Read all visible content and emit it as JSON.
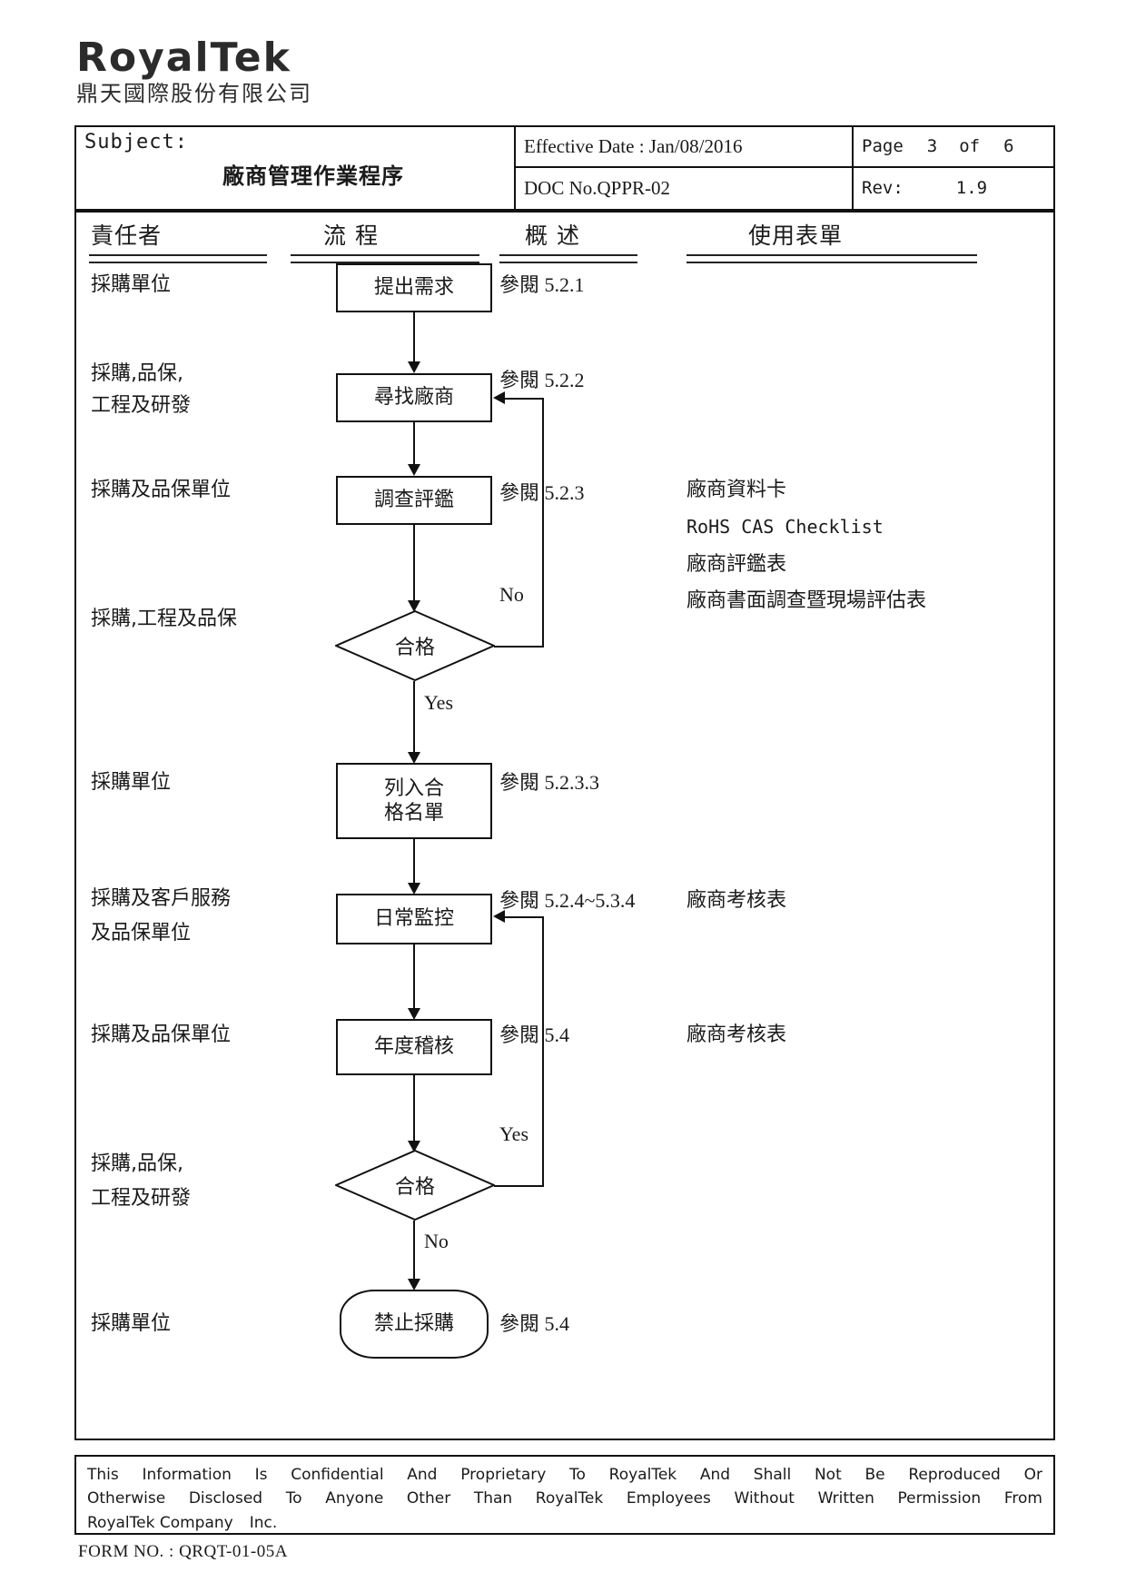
{
  "brand": {
    "logo": "RoyalTek",
    "subtitle": "鼎天國際股份有限公司"
  },
  "header": {
    "subject_label": "Subject:",
    "subject_value": "廠商管理作業程序",
    "effective_date": "Effective Date : Jan/08/2016",
    "doc_no": "DOC No.QPPR-02",
    "page_label": "Page",
    "page_number": "3",
    "page_of": "of",
    "page_total": "6",
    "rev_label": "Rev:",
    "rev_value": "1.9"
  },
  "columns": {
    "responsible": "責任者",
    "process": "流  程",
    "summary": "概  述",
    "forms": "使用表單"
  },
  "rows": [
    {
      "responsible": [
        "採購單位"
      ],
      "node": "提出需求",
      "summary": "參閱 5.2.1",
      "forms": []
    },
    {
      "responsible": [
        "採購,品保,",
        "工程及研發"
      ],
      "node": "尋找廠商",
      "summary": "參閱 5.2.2",
      "forms": []
    },
    {
      "responsible": [
        "採購及品保單位"
      ],
      "node": "調查評鑑",
      "summary": "參閱 5.2.3",
      "forms": [
        "廠商資料卡",
        "RoHS CAS Checklist",
        "廠商評鑑表",
        "廠商書面調查暨現場評估表"
      ]
    },
    {
      "responsible": [
        "採購,工程及品保"
      ],
      "node": "合格",
      "summary": "",
      "forms": []
    },
    {
      "responsible": [
        "採購單位"
      ],
      "node": "列入合\n格名單",
      "node_line1": "列入合",
      "node_line2": "格名單",
      "summary": "參閱 5.2.3.3",
      "forms": []
    },
    {
      "responsible": [
        "採購及客戶服務",
        "及品保單位"
      ],
      "node": "日常監控",
      "summary": "參閱 5.2.4~5.3.4",
      "forms": [
        "廠商考核表"
      ]
    },
    {
      "responsible": [
        "採購及品保單位"
      ],
      "node": "年度稽核",
      "summary": "參閱 5.4",
      "forms": [
        "廠商考核表"
      ]
    },
    {
      "responsible": [
        "採購,品保,",
        "工程及研發"
      ],
      "node": "合格",
      "summary": "",
      "forms": []
    },
    {
      "responsible": [
        "採購單位"
      ],
      "node": "禁止採購",
      "summary": "參閱 5.4",
      "forms": []
    }
  ],
  "branches": {
    "no_1": "No",
    "yes_1": "Yes",
    "yes_2": "Yes",
    "no_2": "No"
  },
  "footer": {
    "line1": [
      "This",
      "Information",
      "Is",
      "Confidential",
      "And",
      "Proprietary",
      "To",
      "RoyalTek",
      "And",
      "Shall",
      "Not",
      "Be",
      "Reproduced",
      "Or"
    ],
    "line2": [
      "Otherwise",
      "Disclosed",
      "To",
      "Anyone",
      "Other",
      "Than",
      "RoyalTek",
      "Employees",
      "Without",
      "Written",
      "Permission",
      "From"
    ],
    "line3": [
      "RoyalTek Company",
      "Inc."
    ],
    "line1_text": "This Information Is Confidential And Proprietary To RoyalTek And Shall Not Be Reproduced Or",
    "line2_text": "Otherwise Disclosed To Anyone Other Than RoyalTek Employees Without Written Permission From",
    "line3_text": "RoyalTek Company   Inc.",
    "form_no": "FORM NO. : QRQT-01-05A"
  }
}
